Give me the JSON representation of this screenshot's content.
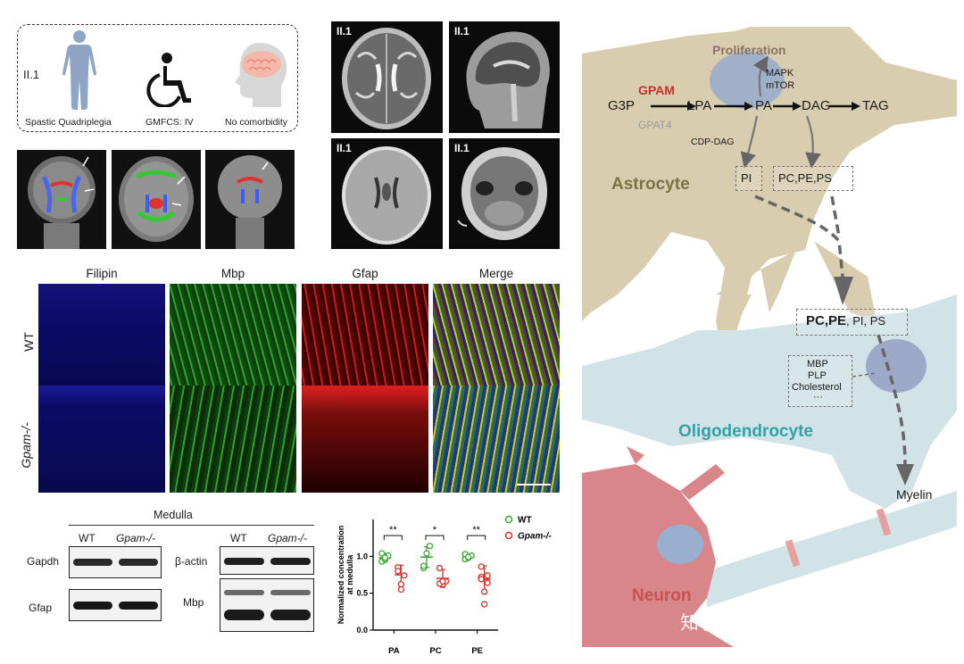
{
  "patient": {
    "id": "II.1",
    "captions": [
      "Spastic Quadriplegia",
      "GMFCS: IV",
      "No comorbidity"
    ]
  },
  "mri": {
    "labels": [
      "II.1",
      "II.1",
      "II.1",
      "II.1"
    ]
  },
  "microscopy": {
    "columns": [
      "Filipin",
      "Mbp",
      "Gfap",
      "Merge"
    ],
    "rows": [
      "WT",
      "Gpam-/-"
    ]
  },
  "western": {
    "title": "Medulla",
    "lanes": [
      "WT",
      "Gpam-/-"
    ],
    "left_labels": [
      "Gapdh",
      "Gfap"
    ],
    "right_labels": [
      "β-actin",
      "Mbp"
    ]
  },
  "chart_data": {
    "type": "scatter",
    "categories": [
      "PA",
      "PC",
      "PE"
    ],
    "ylabel": "Normalized concentration at medulla",
    "ylim": [
      0.0,
      1.5
    ],
    "yticks": [
      "0.0",
      "0.5",
      "1.0"
    ],
    "significance": [
      "**",
      "*",
      "**"
    ],
    "series": [
      {
        "name": "WT",
        "color": "#3aa832",
        "mean": [
          0.98,
          0.99,
          0.99
        ],
        "sd": [
          0.06,
          0.14,
          0.03
        ],
        "points": [
          [
            0.93,
            0.96,
            1.01,
            1.04,
            0.98
          ],
          [
            0.84,
            1.04,
            1.14,
            0.87
          ],
          [
            0.96,
            0.98,
            1.01,
            1.03,
            0.99
          ]
        ]
      },
      {
        "name": "Gpam-/-",
        "color": "#d93025",
        "mean": [
          0.75,
          0.7,
          0.69
        ],
        "sd": [
          0.13,
          0.12,
          0.18
        ],
        "points": [
          [
            0.85,
            0.62,
            0.74,
            0.8,
            0.55
          ],
          [
            0.84,
            0.62,
            0.66,
            0.63,
            0.66
          ],
          [
            0.86,
            0.52,
            0.64,
            0.72,
            0.35,
            0.74,
            0.69
          ]
        ]
      }
    ]
  },
  "diagram": {
    "proliferation": "Proliferation",
    "mapk": "MAPK",
    "mtor": "mTOR",
    "gpam": "GPAM",
    "gpat4": "GPAT4",
    "g3p": "G3P",
    "lpa": "LPA",
    "pa": "PA",
    "dag": "DAG",
    "tag": "TAG",
    "cdp_dag": "CDP-DAG",
    "pi": "PI",
    "pc_pe_ps": "PC,PE,PS",
    "astrocyte": "Astrocyte",
    "pcpe_bold": "PC,PE",
    "pi_ps": ", PI, PS",
    "mbp": "MBP",
    "plp": "PLP",
    "cholesterol": "Cholesterol",
    "dots": "···",
    "oligodendrocyte": "Oligodendrocyte",
    "myelin": "Myelin",
    "neuron": "Neuron",
    "watermark": "知乎 @逻辑神经科学"
  }
}
